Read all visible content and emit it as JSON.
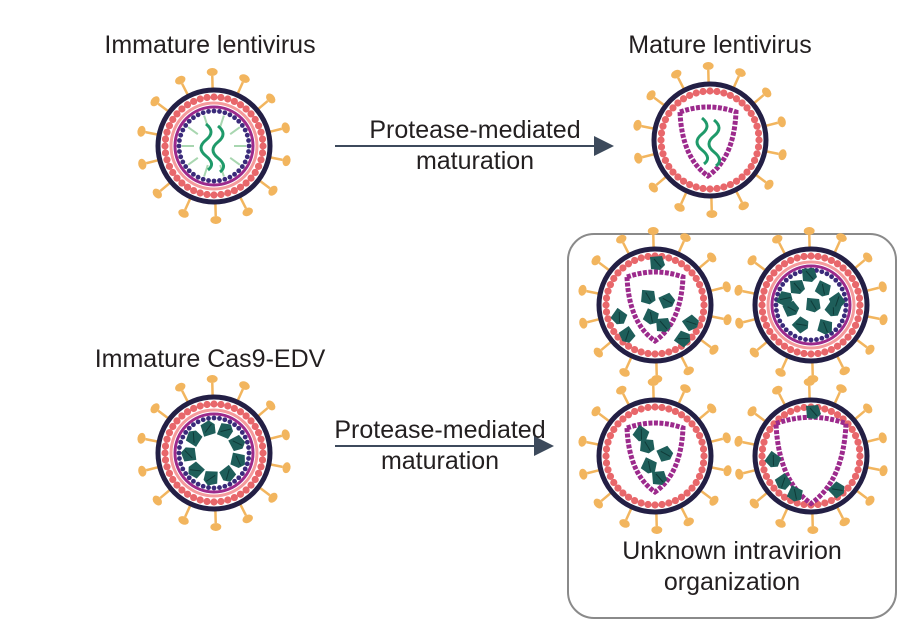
{
  "labels": {
    "immature_lentivirus": "Immature lentivirus",
    "mature_lentivirus": "Mature lentivirus",
    "immature_cas9_edv": "Immature Cas9-EDV",
    "arrow_top_line1": "Protease-mediated",
    "arrow_top_line2": "maturation",
    "arrow_bottom_line1": "Protease-mediated",
    "arrow_bottom_line2": "maturation",
    "unknown_line1": "Unknown intravirion",
    "unknown_line2": "organization"
  },
  "colors": {
    "envelope": "#231f45",
    "matrix": "#e8676b",
    "matrix_inner": "#f59a9c",
    "capsid": "#9c2a8c",
    "gag_dots": "#3a2a7a",
    "spike": "#f2b55e",
    "rna": "#1f9a6a",
    "cas9": "#1e5e5a",
    "arrow": "#3d4a5c",
    "box_border": "#8a8a8a"
  }
}
